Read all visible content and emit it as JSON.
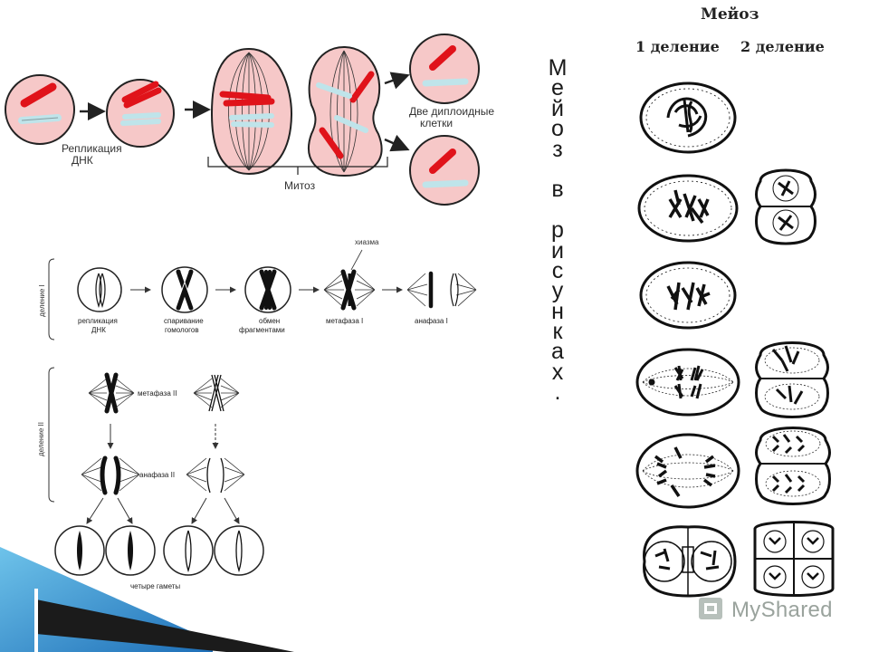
{
  "top": {
    "replication": [
      "Репликация",
      "ДНК"
    ],
    "mitosis": "Митоз",
    "two_cells": [
      "Две диплоидные",
      "клетки"
    ]
  },
  "division1": {
    "side_label": "деление I",
    "chiasma": "хиазма",
    "labels": [
      [
        "репликация",
        "ДНК"
      ],
      [
        "спаривание",
        "гомологов"
      ],
      [
        "обмен",
        "фрагментами"
      ],
      [
        "метафаза I"
      ],
      [
        "анафаза I"
      ]
    ]
  },
  "division2": {
    "side_label": "деление II",
    "metaphase": "метафаза II",
    "anaphase": "анафаза II",
    "gametes": "четыре гаметы"
  },
  "vertical_title": "Мейоз в рисунках.",
  "right": {
    "title": "Мейоз",
    "col1": "1 деление",
    "col2": "2 деление"
  },
  "watermark": "MyShared",
  "colors": {
    "cell_fill": "#f6c8c8",
    "chrom_red": "#e0131a",
    "chrom_blue": "#bfe4ea",
    "slide_blue": "#3d8fd6"
  }
}
